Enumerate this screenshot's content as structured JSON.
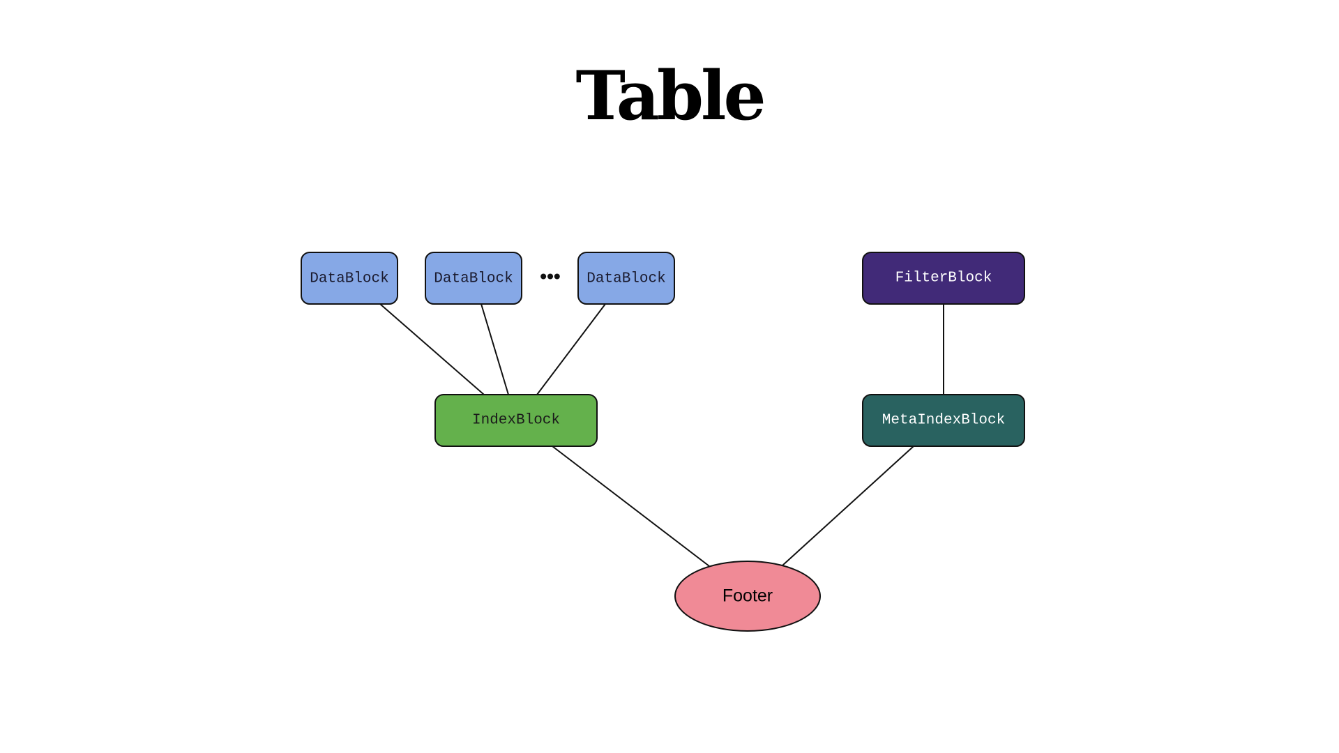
{
  "title": "Table",
  "nodes": {
    "datablock_1": {
      "label": "DataBlock",
      "fill": "#86a8e6",
      "text_color": "#1a1a2e"
    },
    "datablock_2": {
      "label": "DataBlock",
      "fill": "#86a8e6",
      "text_color": "#1a1a2e"
    },
    "ellipsis": {
      "label": "•••"
    },
    "datablock_3": {
      "label": "DataBlock",
      "fill": "#86a8e6",
      "text_color": "#1a1a2e"
    },
    "filterblock": {
      "label": "FilterBlock",
      "fill": "#412a78",
      "text_color": "#ffffff"
    },
    "indexblock": {
      "label": "IndexBlock",
      "fill": "#64b14c",
      "text_color": "#1a1a1a"
    },
    "metaindexblock": {
      "label": "MetaIndexBlock",
      "fill": "#296260",
      "text_color": "#ffffff"
    },
    "footer": {
      "label": "Footer",
      "fill": "#f08a96",
      "text_color": "#000000"
    }
  },
  "edges": [
    {
      "from": "datablock_1",
      "to": "indexblock"
    },
    {
      "from": "datablock_2",
      "to": "indexblock"
    },
    {
      "from": "datablock_3",
      "to": "indexblock"
    },
    {
      "from": "filterblock",
      "to": "metaindexblock"
    },
    {
      "from": "indexblock",
      "to": "footer"
    },
    {
      "from": "metaindexblock",
      "to": "footer"
    }
  ]
}
